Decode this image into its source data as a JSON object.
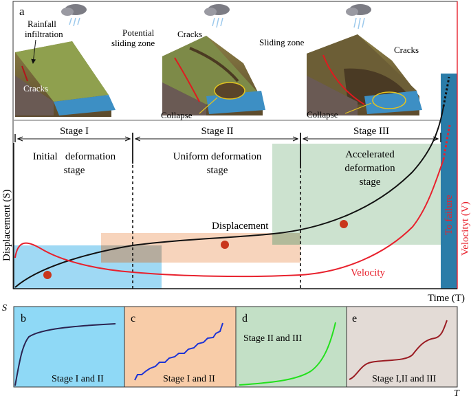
{
  "panel_label": "a",
  "axis": {
    "y_label": "Displacement (S)",
    "x_label": "Time (T)",
    "velocity_label": "Velocityt (V)",
    "failure_label": "To failure",
    "bottom_y": "S",
    "bottom_x": "T"
  },
  "stages": [
    {
      "name": "Stage I",
      "desc_line1": "Initial   deformation",
      "desc_line2": "stage"
    },
    {
      "name": "Stage II",
      "desc_line1": "Uniform deformation",
      "desc_line2": "stage"
    },
    {
      "name": "Stage III",
      "desc_line1": "Accelerated",
      "desc_line2": "deformation",
      "desc_line3": "stage"
    }
  ],
  "curve_labels": {
    "displacement": "Displacement",
    "velocity": "Velocity"
  },
  "illustrations": [
    {
      "labels": [
        "Rainfall",
        "infiltration",
        "Cracks"
      ]
    },
    {
      "labels": [
        "Potential",
        "sliding zone",
        "Cracks",
        "Collapse"
      ]
    },
    {
      "labels": [
        "Sliding zone",
        "Cracks",
        "Collapse"
      ]
    }
  ],
  "subpanels": [
    {
      "letter": "b",
      "caption": "Stage I and II"
    },
    {
      "letter": "c",
      "caption": "Stage I and II"
    },
    {
      "letter": "d",
      "caption": "Stage II and III"
    },
    {
      "letter": "e",
      "caption": "Stage I,II and III"
    }
  ],
  "colors": {
    "stage1_fill": "#9fd9f4",
    "stage2_fill": "#f6cdb0",
    "stage3_fill": "#c7dfca",
    "displacement": "#111111",
    "velocity": "#e8212d",
    "marker": "#c9361c",
    "failure_bar": "#2a7ca8",
    "sub_b": "#8fd9f6",
    "sub_c": "#f8cca8",
    "sub_d": "#c3e0c6",
    "sub_e": "#e3dbd6",
    "curve_b": "#2b2350",
    "curve_c": "#1d33d6",
    "curve_d": "#22e01c",
    "curve_e": "#9a1b22"
  }
}
